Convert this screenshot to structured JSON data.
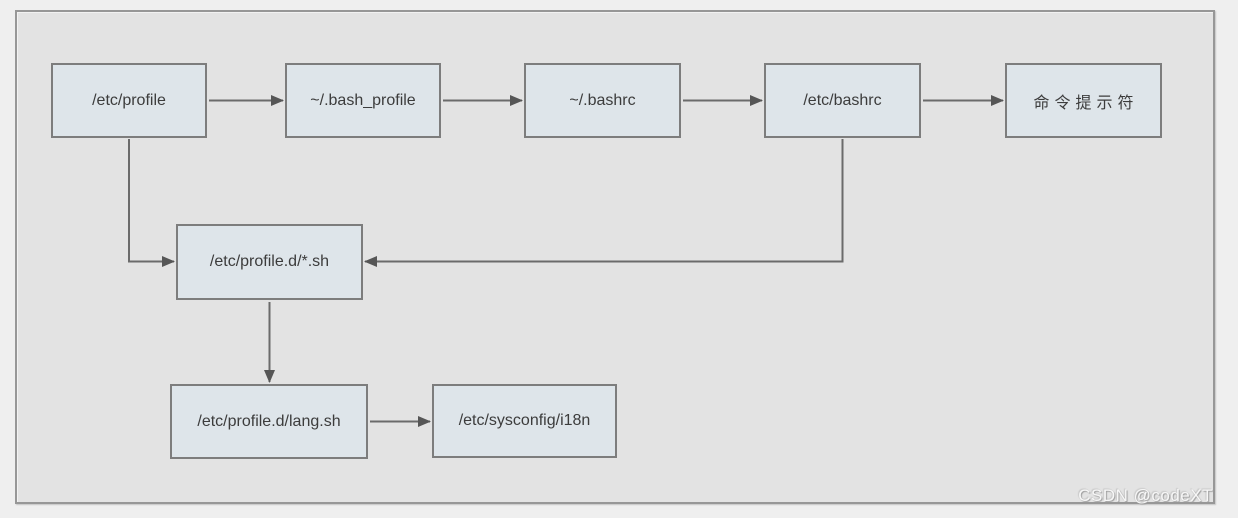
{
  "diagram": {
    "nodes": [
      {
        "id": "etc-profile",
        "label": "/etc/profile"
      },
      {
        "id": "bash-profile",
        "label": "~/.bash_profile"
      },
      {
        "id": "bashrc",
        "label": "~/.bashrc"
      },
      {
        "id": "etc-bashrc",
        "label": "/etc/bashrc"
      },
      {
        "id": "command-prompt",
        "label": "命令提示符"
      },
      {
        "id": "profile-d-scripts",
        "label": "/etc/profile.d/*.sh"
      },
      {
        "id": "lang-script",
        "label": "/etc/profile.d/lang.sh"
      },
      {
        "id": "i18n-config",
        "label": "/etc/sysconfig/i18n"
      }
    ],
    "edges": [
      {
        "from": "etc-profile",
        "to": "bash-profile"
      },
      {
        "from": "bash-profile",
        "to": "bashrc"
      },
      {
        "from": "bashrc",
        "to": "etc-bashrc"
      },
      {
        "from": "etc-bashrc",
        "to": "command-prompt"
      },
      {
        "from": "etc-profile",
        "to": "profile-d-scripts"
      },
      {
        "from": "etc-bashrc",
        "to": "profile-d-scripts"
      },
      {
        "from": "profile-d-scripts",
        "to": "lang-script"
      },
      {
        "from": "lang-script",
        "to": "i18n-config"
      }
    ],
    "colors": {
      "node_fill": "#dee5ea",
      "node_border": "#7d7d7d",
      "edge": "#6b6b6b",
      "arrowhead": "#565656",
      "canvas": "#e3e3e3",
      "page_background": "#efefef",
      "frame_border": "#979797"
    }
  },
  "watermark": {
    "text": "CSDN @codeXT"
  }
}
